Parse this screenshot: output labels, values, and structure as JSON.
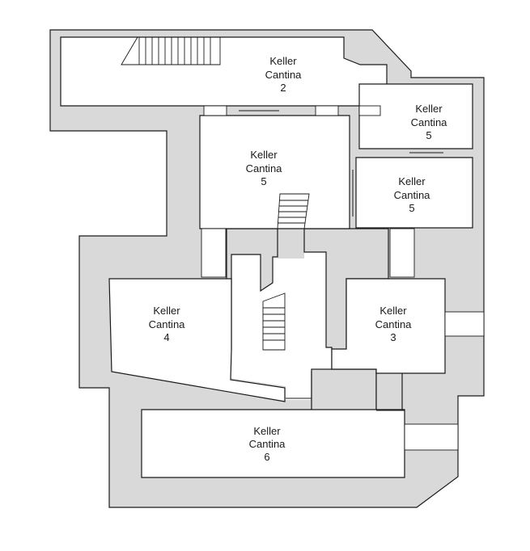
{
  "rooms": [
    {
      "id": "room-a",
      "line1": "Keller",
      "line2": "Cantina",
      "number": "2"
    },
    {
      "id": "room-b",
      "line1": "Keller",
      "line2": "Cantina",
      "number": "5"
    },
    {
      "id": "room-c",
      "line1": "Keller",
      "line2": "Cantina",
      "number": "5"
    },
    {
      "id": "room-d",
      "line1": "Keller",
      "line2": "Cantina",
      "number": "5"
    },
    {
      "id": "room-e",
      "line1": "Keller",
      "line2": "Cantina",
      "number": "4"
    },
    {
      "id": "room-f",
      "line1": "Keller",
      "line2": "Cantina",
      "number": "3"
    },
    {
      "id": "room-g",
      "line1": "Keller",
      "line2": "Cantina",
      "number": "6"
    }
  ]
}
